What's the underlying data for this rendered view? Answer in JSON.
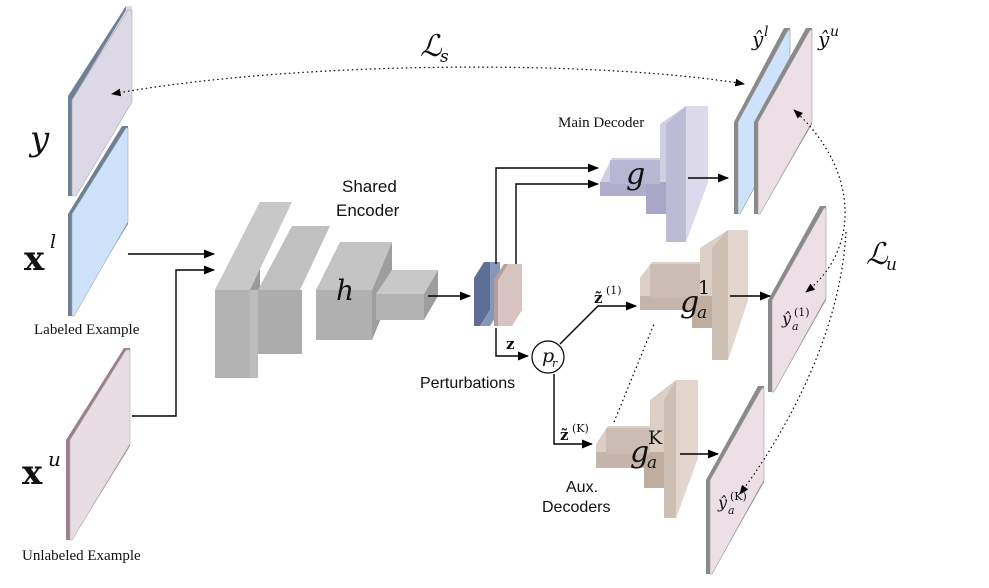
{
  "labels": {
    "y": "y",
    "x_l_base": "x",
    "x_l_sup": "l",
    "x_u_base": "x",
    "x_u_sup": "u",
    "labeled_example": "Labeled Example",
    "unlabeled_example": "Unlabeled Example",
    "shared_encoder_line1": "Shared",
    "shared_encoder_line2": "Encoder",
    "h": "h",
    "main_decoder": "Main Decoder",
    "g": "g",
    "z": "z",
    "pr_base": "p",
    "pr_sub": "r",
    "perturbations": "Perturbations",
    "z1_base": "z̃",
    "z1_sup": "(1)",
    "zK_base": "z̃",
    "zK_sup": "(K)",
    "ga1_base": "g",
    "ga1_sub": "a",
    "ga1_sup": "1",
    "gaK_base": "g",
    "gaK_sub": "a",
    "gaK_sup": "K",
    "aux_line1": "Aux.",
    "aux_line2": "Decoders",
    "ls_base": "ℒ",
    "ls_sub": "s",
    "lu_base": "ℒ",
    "lu_sub": "u",
    "yl_base": "ŷ",
    "yl_sup": "l",
    "yu_base": "ŷ",
    "yu_sup": "u",
    "ya1_base": "ŷ",
    "ya1_sub": "a",
    "ya1_sup": "(1)",
    "yaK_base": "ŷ",
    "yaK_sub": "a",
    "yaK_sup": "(K)"
  },
  "colors": {
    "encoder": "#b3b3b3",
    "encoder_dark": "#9a9a9a",
    "main_decoder": "#b9b6d4",
    "aux_decoder": "#cbbdb3",
    "label_plane": "#dcd8e6",
    "labeled_plane": "#cfe2fb",
    "unlabeled_plane": "#e8dde2",
    "pred_u_plane": "#ece0e6",
    "feature_blue": "#6a7fa6",
    "feature_pink": "#d7c3c0"
  }
}
